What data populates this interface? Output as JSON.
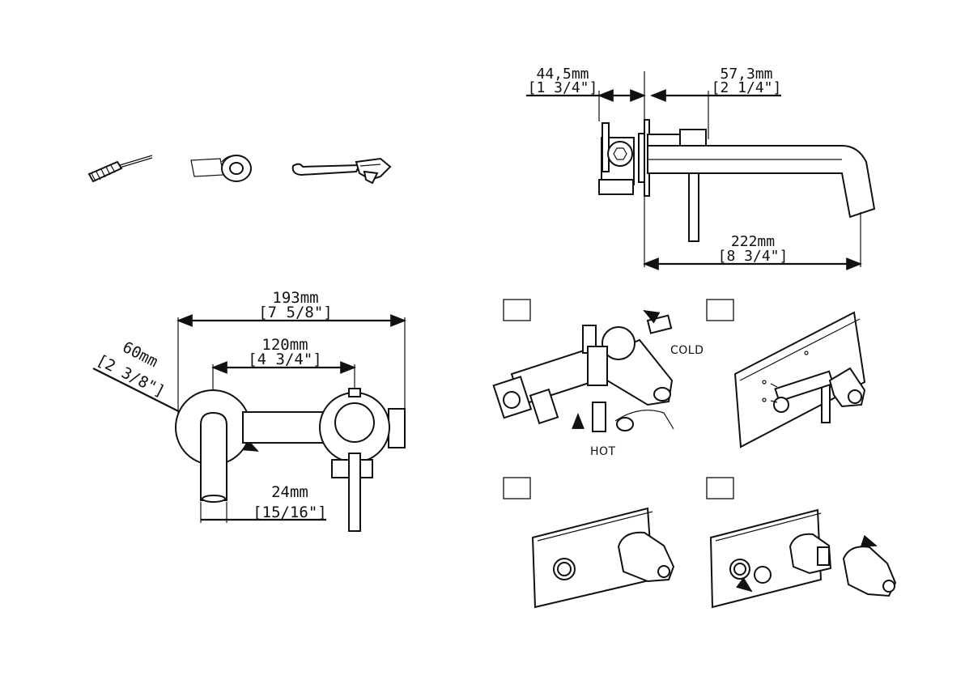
{
  "dimensions": {
    "front": {
      "overall_mm": "193mm",
      "overall_in": "[7 5/8\"]",
      "centers_mm": "120mm",
      "centers_in": "[4 3/4\"]",
      "plate_mm": "60mm",
      "plate_in": "[2 3/8\"]",
      "spout_mm": "24mm",
      "spout_in": "[15/16\"]"
    },
    "side": {
      "depth_mm": "44,5mm",
      "depth_in": "[1 3/4\"]",
      "wall_mm": "57,3mm",
      "wall_in": "[2 1/4\"]",
      "reach_mm": "222mm",
      "reach_in": "[8 3/4\"]"
    }
  },
  "steps": {
    "labels": {
      "cold": "COLD",
      "hot": "HOT"
    }
  },
  "tools": [
    "screwdriver-icon",
    "tape-icon",
    "wrench-icon"
  ]
}
